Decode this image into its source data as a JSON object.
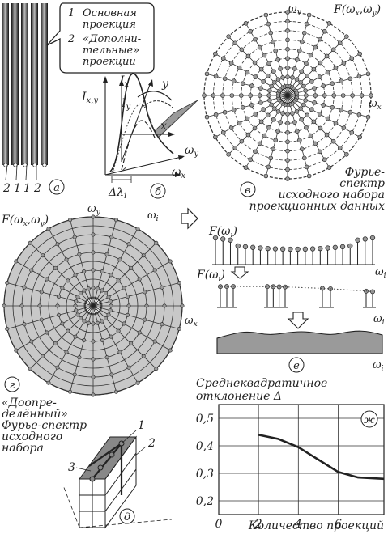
{
  "panel_a": {
    "letter": "а",
    "legend_items": [
      {
        "num": "1",
        "text_lines": [
          "Основная",
          "проекция"
        ]
      },
      {
        "num": "2",
        "text_lines": [
          "«Дополни-",
          "тельные»",
          "проекции"
        ]
      }
    ],
    "strip_labels": [
      "2",
      "1",
      "1",
      "2"
    ]
  },
  "panel_b": {
    "letter": "б",
    "axis_ixy": "I",
    "axis_ixy_sub": "x,y",
    "axis_ix": "I",
    "axis_ix_sub": "x",
    "axis_iy": "I",
    "axis_iy_sub": "y",
    "axis_x": "x",
    "axis_y": "y",
    "axis_omega_y": "ω",
    "axis_omega_y_sub": "y",
    "axis_omega_x": "ω",
    "axis_omega_x_sub": "x",
    "delta_lambda": "Δλ",
    "delta_lambda_sub": "i"
  },
  "panel_v": {
    "letter": "в",
    "title": "F(ωx,ωy)",
    "axis_top": "ωy",
    "axis_right": "ωx",
    "caption_lines": [
      "Фурье-",
      "спектр",
      "исходного набора",
      "проекционных данных"
    ]
  },
  "panel_g": {
    "letter": "г",
    "title": "F(ωx,ωy)",
    "axis_top": "ωy",
    "axis_right": "ωx",
    "axis_i": "ωi",
    "caption_lines": [
      "«Доопре-",
      "делённый»",
      "Фурье-спектр",
      "исходного",
      "набора"
    ]
  },
  "panel_e": {
    "letter": "е",
    "label_top": "F(ωi)",
    "label_mid": "F(ωi)",
    "axis_1": "ωi",
    "axis_2": "ωi",
    "axis_3": "ωi"
  },
  "panel_d": {
    "letter": "д",
    "labels": [
      "1",
      "2",
      "3"
    ]
  },
  "panel_zh": {
    "letter": "ж",
    "title_lines": [
      "Среднеквадратичное",
      "отклонение Δ"
    ],
    "xlabel": "Количество проекций",
    "x_ticks": [
      "0",
      "2",
      "4",
      "6"
    ],
    "y_ticks": [
      "0,5",
      "0,4",
      "0,3",
      "0,2"
    ]
  },
  "chart_data": {
    "type": "line",
    "title": "Среднеквадратичное отклонение Δ",
    "xlabel": "Количество проекций",
    "ylabel": "",
    "xlim": [
      0,
      8.3
    ],
    "ylim": [
      0.15,
      0.55
    ],
    "x": [
      2,
      3,
      4,
      5,
      6,
      7,
      8.3
    ],
    "y": [
      0.44,
      0.425,
      0.395,
      0.35,
      0.305,
      0.285,
      0.28
    ]
  }
}
